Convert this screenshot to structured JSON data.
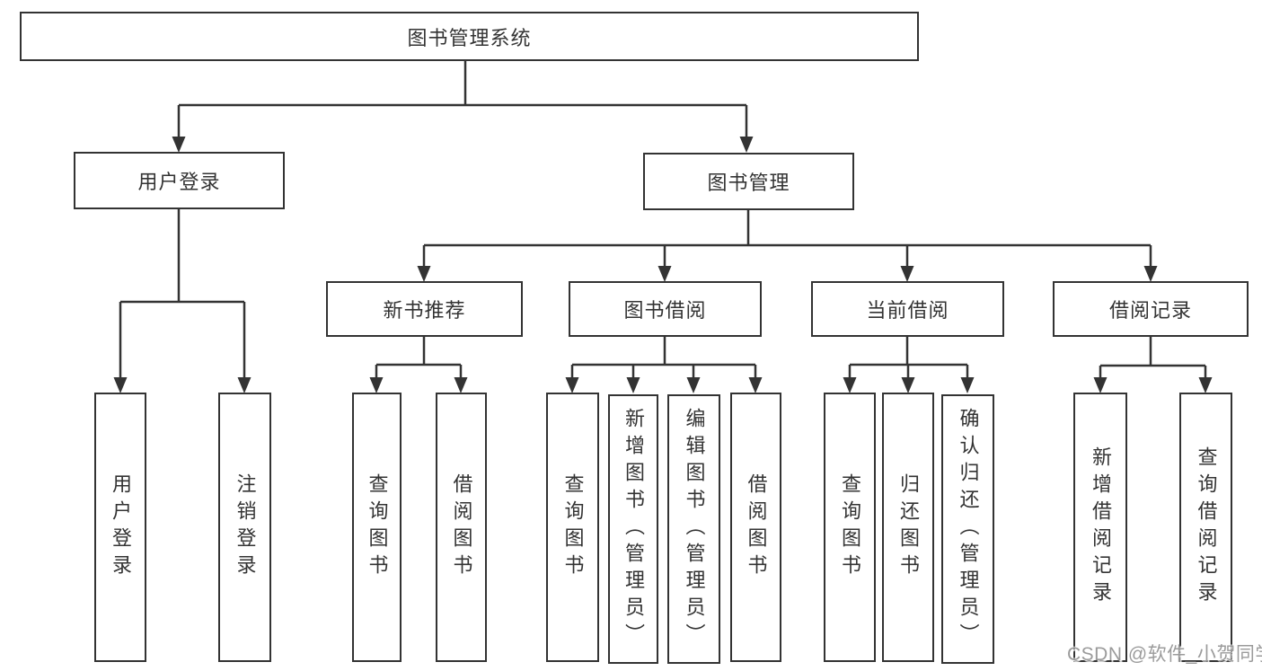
{
  "nodes": {
    "root": {
      "label": "图书管理系统"
    },
    "user_login": {
      "label": "用户登录",
      "children": [
        {
          "label": "用户登录"
        },
        {
          "label": "注销登录"
        }
      ]
    },
    "book_mgmt": {
      "label": "图书管理",
      "children": [
        {
          "label": "新书推荐",
          "children": [
            {
              "label": "查询图书"
            },
            {
              "label": "借阅图书"
            }
          ]
        },
        {
          "label": "图书借阅",
          "children": [
            {
              "label": "查询图书"
            },
            {
              "label": "新增图书（管理员）"
            },
            {
              "label": "编辑图书（管理员）"
            },
            {
              "label": "借阅图书"
            }
          ]
        },
        {
          "label": "当前借阅",
          "children": [
            {
              "label": "查询图书"
            },
            {
              "label": "归还图书"
            },
            {
              "label": "确认归还（管理员）"
            }
          ]
        },
        {
          "label": "借阅记录",
          "children": [
            {
              "label": "新增借阅记录"
            },
            {
              "label": "查询借阅记录"
            }
          ]
        }
      ]
    }
  },
  "colors": {
    "line": "#333333",
    "text": "#333333",
    "watermark": "#9b9b9b",
    "background": "#ffffff"
  },
  "watermark": {
    "text": "CSDN @软件_小贺同学"
  }
}
